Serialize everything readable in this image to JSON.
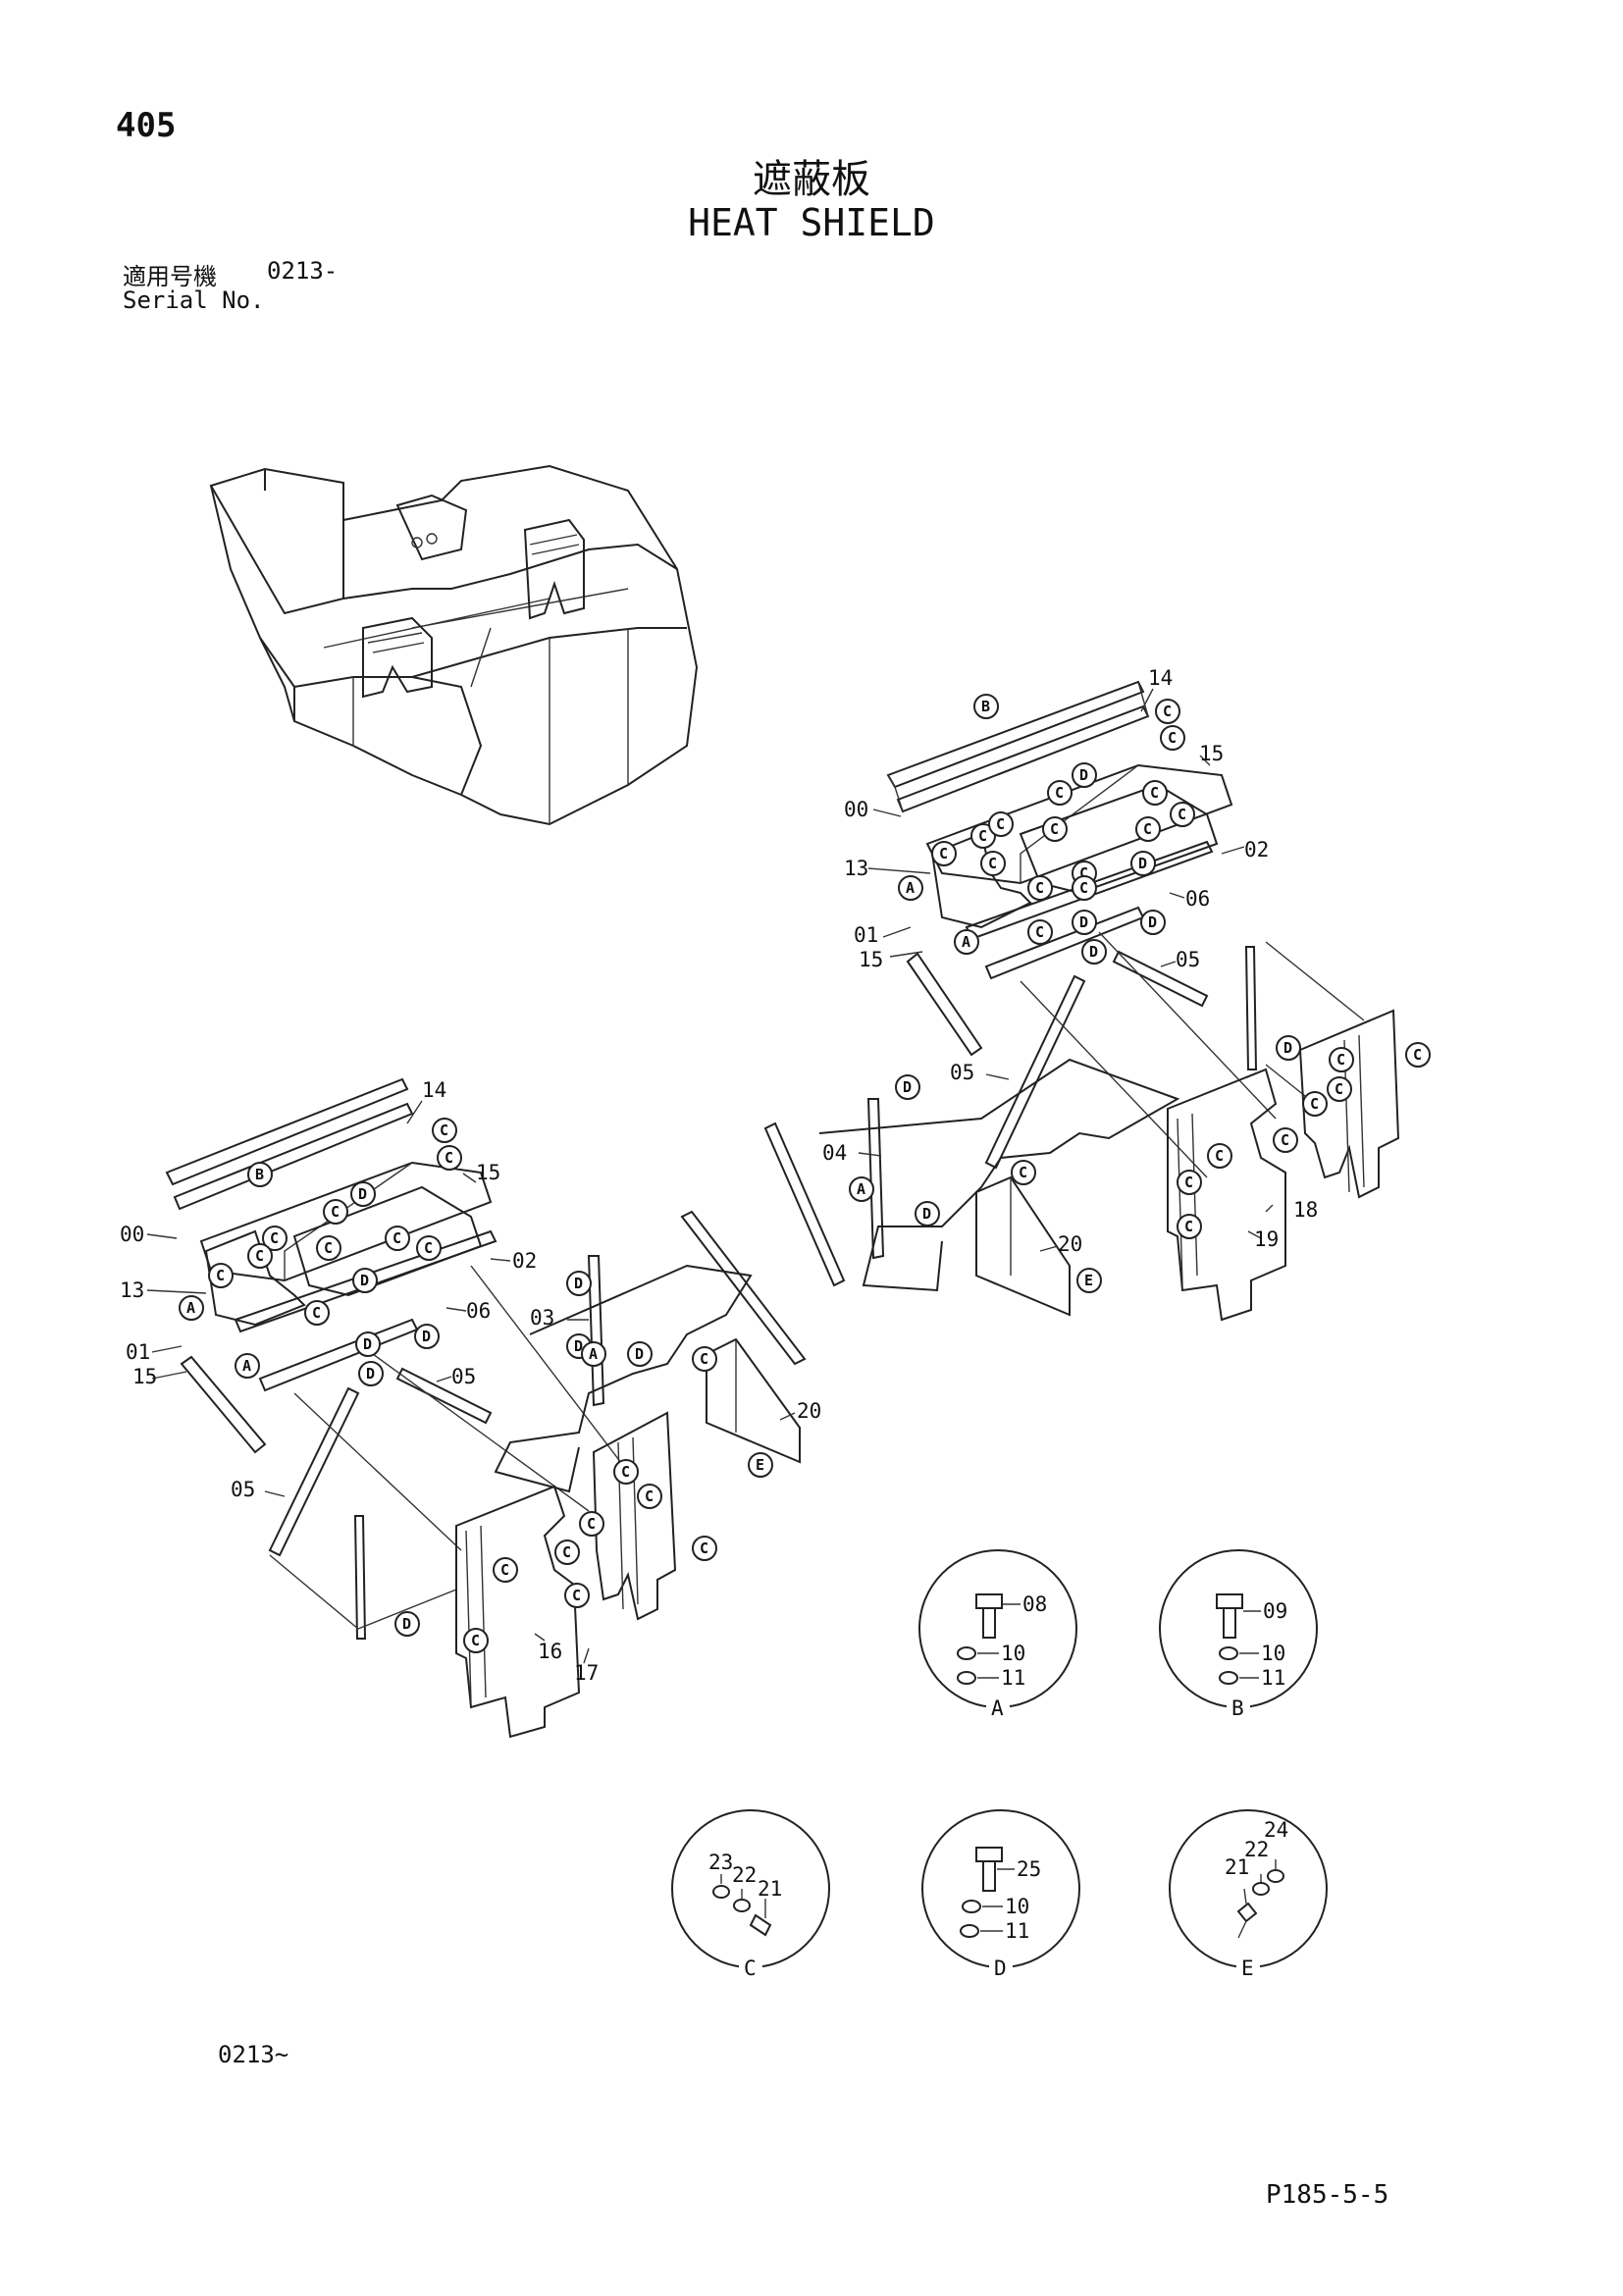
{
  "page": {
    "number": "405",
    "title_jp": "遮蔽板",
    "title_en": "HEAT SHIELD",
    "serial_label_jp": "適用号機",
    "serial_value": "0213-",
    "serial_label_en": "Serial No.",
    "serial_bottom": "0213~",
    "page_code": "P185-5-5"
  },
  "callouts_right": {
    "p00": "00",
    "p13": "13",
    "p01": "01",
    "p15a": "15",
    "p14": "14",
    "p15b": "15",
    "p02": "02",
    "p06": "06",
    "p05a": "05",
    "p05b": "05",
    "p04": "04",
    "p20": "20",
    "p19": "19",
    "p18": "18"
  },
  "callouts_left": {
    "p00": "00",
    "p13": "13",
    "p01": "01",
    "p15a": "15",
    "p14": "14",
    "p15b": "15",
    "p02": "02",
    "p06": "06",
    "p05a": "05",
    "p05b": "05",
    "p03": "03",
    "p20": "20",
    "p16": "16",
    "p17": "17"
  },
  "marks": {
    "A": "A",
    "B": "B",
    "C": "C",
    "D": "D",
    "E": "E"
  },
  "details": {
    "A": {
      "label": "A",
      "parts": [
        "08",
        "10",
        "11"
      ]
    },
    "B": {
      "label": "B",
      "parts": [
        "09",
        "10",
        "11"
      ]
    },
    "C": {
      "label": "C",
      "parts": [
        "23",
        "22",
        "21"
      ]
    },
    "D": {
      "label": "D",
      "parts": [
        "25",
        "10",
        "11"
      ]
    },
    "E": {
      "label": "E",
      "parts": [
        "24",
        "22",
        "21"
      ]
    }
  }
}
